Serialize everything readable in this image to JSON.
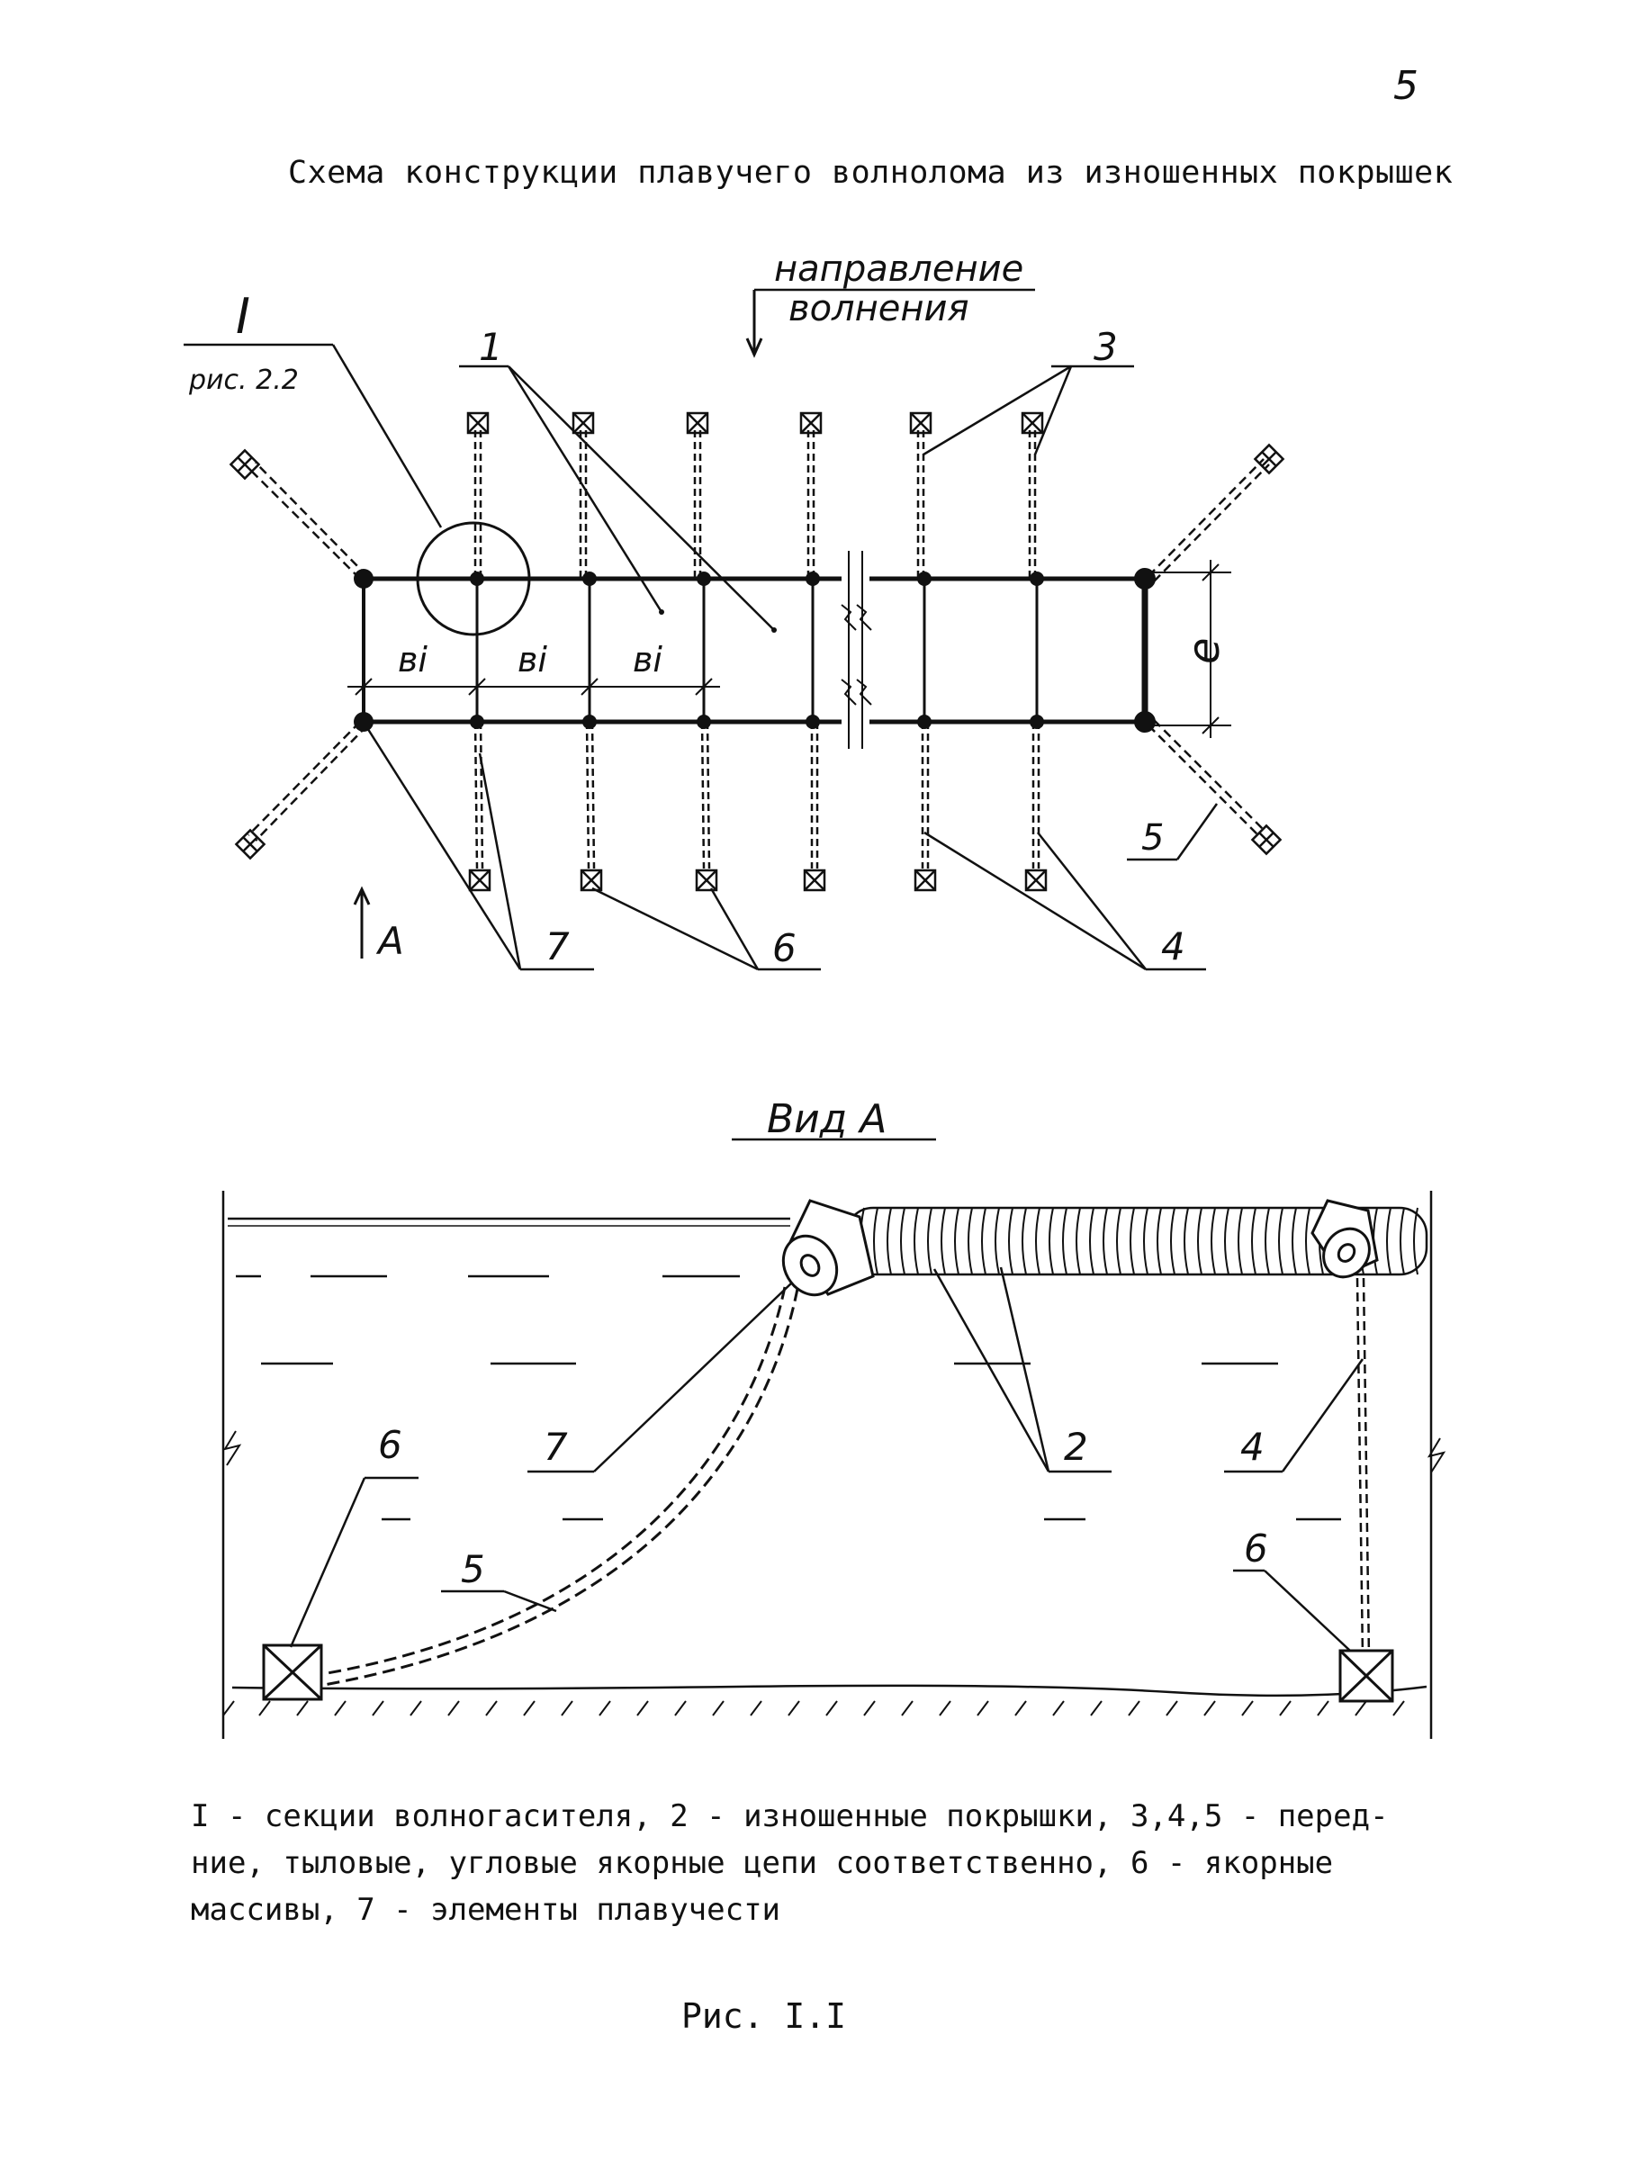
{
  "page_number": "5",
  "title": "Схема конструкции плавучего волнолома из изношенных покрышек",
  "plan": {
    "direction_label_1": "направление",
    "direction_label_2": "волнения",
    "callout_I": "I",
    "callout_ref": "рис. 2.2",
    "width_label": "e",
    "spacing_label": "вi",
    "view_arrow_label": "A",
    "labels": {
      "l1": "1",
      "l3": "3",
      "l4": "4",
      "l5": "5",
      "l6": "6",
      "l7": "7"
    }
  },
  "view": {
    "title": "Вид А",
    "labels": {
      "l2": "2",
      "l4": "4",
      "l5": "5",
      "l6a": "6",
      "l6b": "6",
      "l7": "7"
    }
  },
  "legend": {
    "line1": "I - секции волногасителя, 2 - изношенные покрышки, 3,4,5 - перед-",
    "line2": "ние, тыловые, угловые якорные цепи соответственно, 6 - якорные",
    "line3": "массивы, 7 - элементы плавучести"
  },
  "caption": "Рис. I.I"
}
